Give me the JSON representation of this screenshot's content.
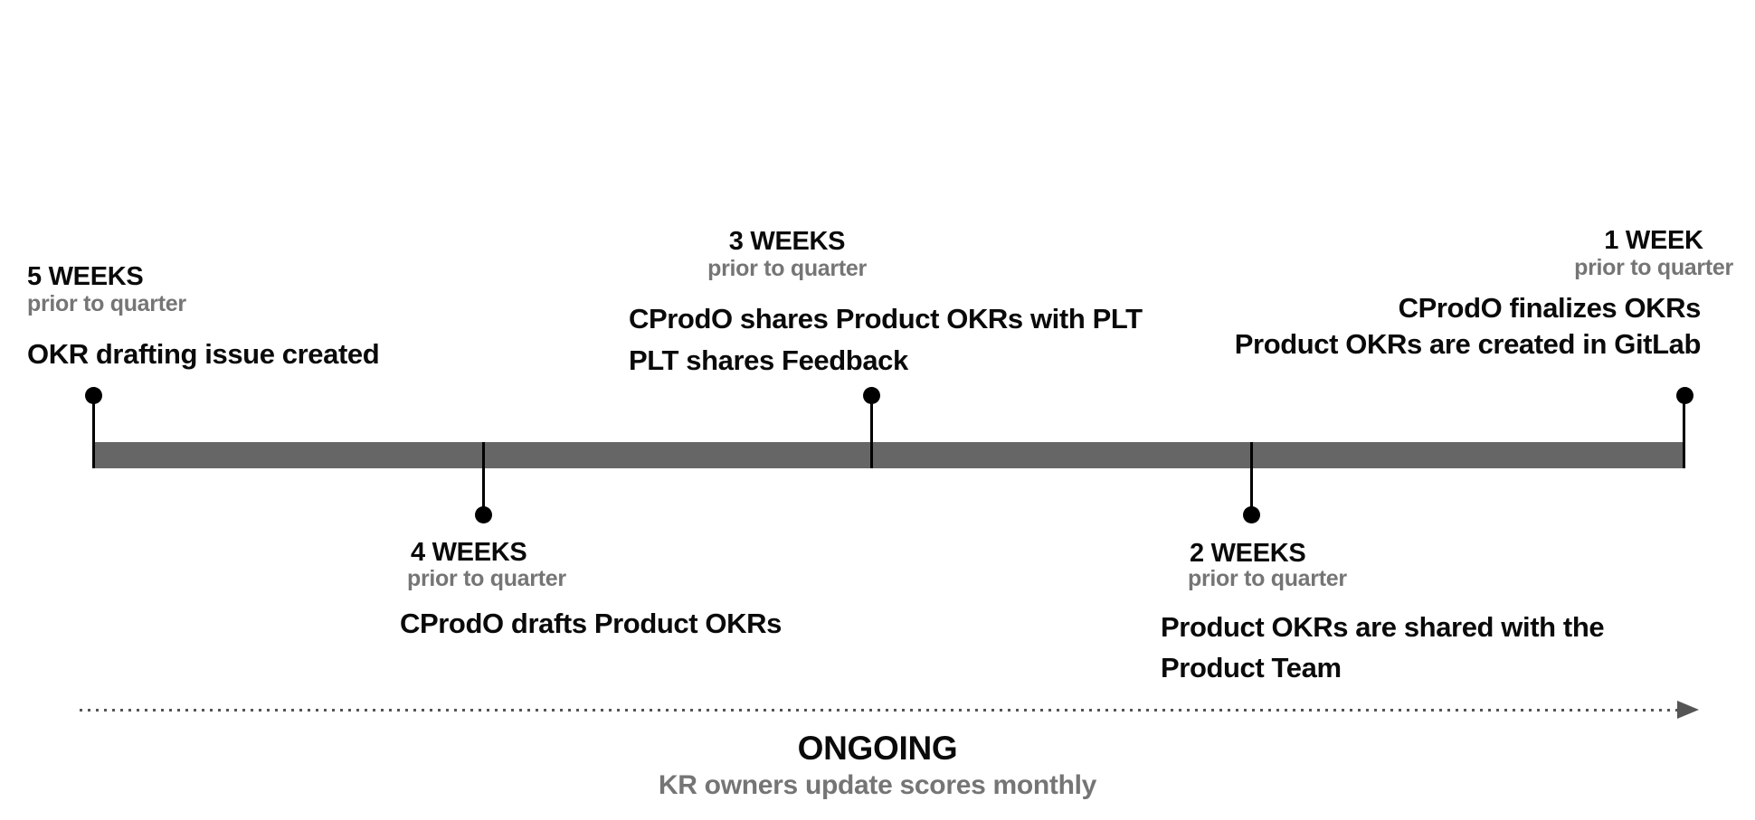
{
  "diagram": {
    "type": "timeline",
    "title_context": "Product OKR process timeline",
    "colors": {
      "background": "#ffffff",
      "bar": "#666666",
      "marker": "#000000",
      "heading_text": "#0a0a0a",
      "qualifier_text": "#757575",
      "dotted_line": "#555555"
    },
    "milestones": [
      {
        "id": "5-weeks",
        "side": "top",
        "weeks_label": "5 WEEKS",
        "qualifier": "prior to quarter",
        "description_lines": [
          "OKR drafting issue created"
        ]
      },
      {
        "id": "4-weeks",
        "side": "bottom",
        "weeks_label": "4 WEEKS",
        "qualifier": "prior to quarter",
        "description_lines": [
          "CProdO drafts Product OKRs"
        ]
      },
      {
        "id": "3-weeks",
        "side": "top",
        "weeks_label": "3 WEEKS",
        "qualifier": "prior to quarter",
        "description_lines": [
          "CProdO shares Product OKRs with PLT",
          "PLT shares Feedback"
        ]
      },
      {
        "id": "2-weeks",
        "side": "bottom",
        "weeks_label": "2 WEEKS",
        "qualifier": "prior to quarter",
        "description_lines": [
          "Product OKRs are shared with the",
          "Product Team"
        ]
      },
      {
        "id": "1-week",
        "side": "top",
        "weeks_label": "1 WEEK",
        "qualifier": "prior to quarter",
        "description_lines": [
          "CProdO finalizes OKRs",
          "Product OKRs are created in GitLab"
        ]
      }
    ],
    "ongoing": {
      "title": "ONGOING",
      "subtitle": "KR owners update scores monthly"
    }
  }
}
